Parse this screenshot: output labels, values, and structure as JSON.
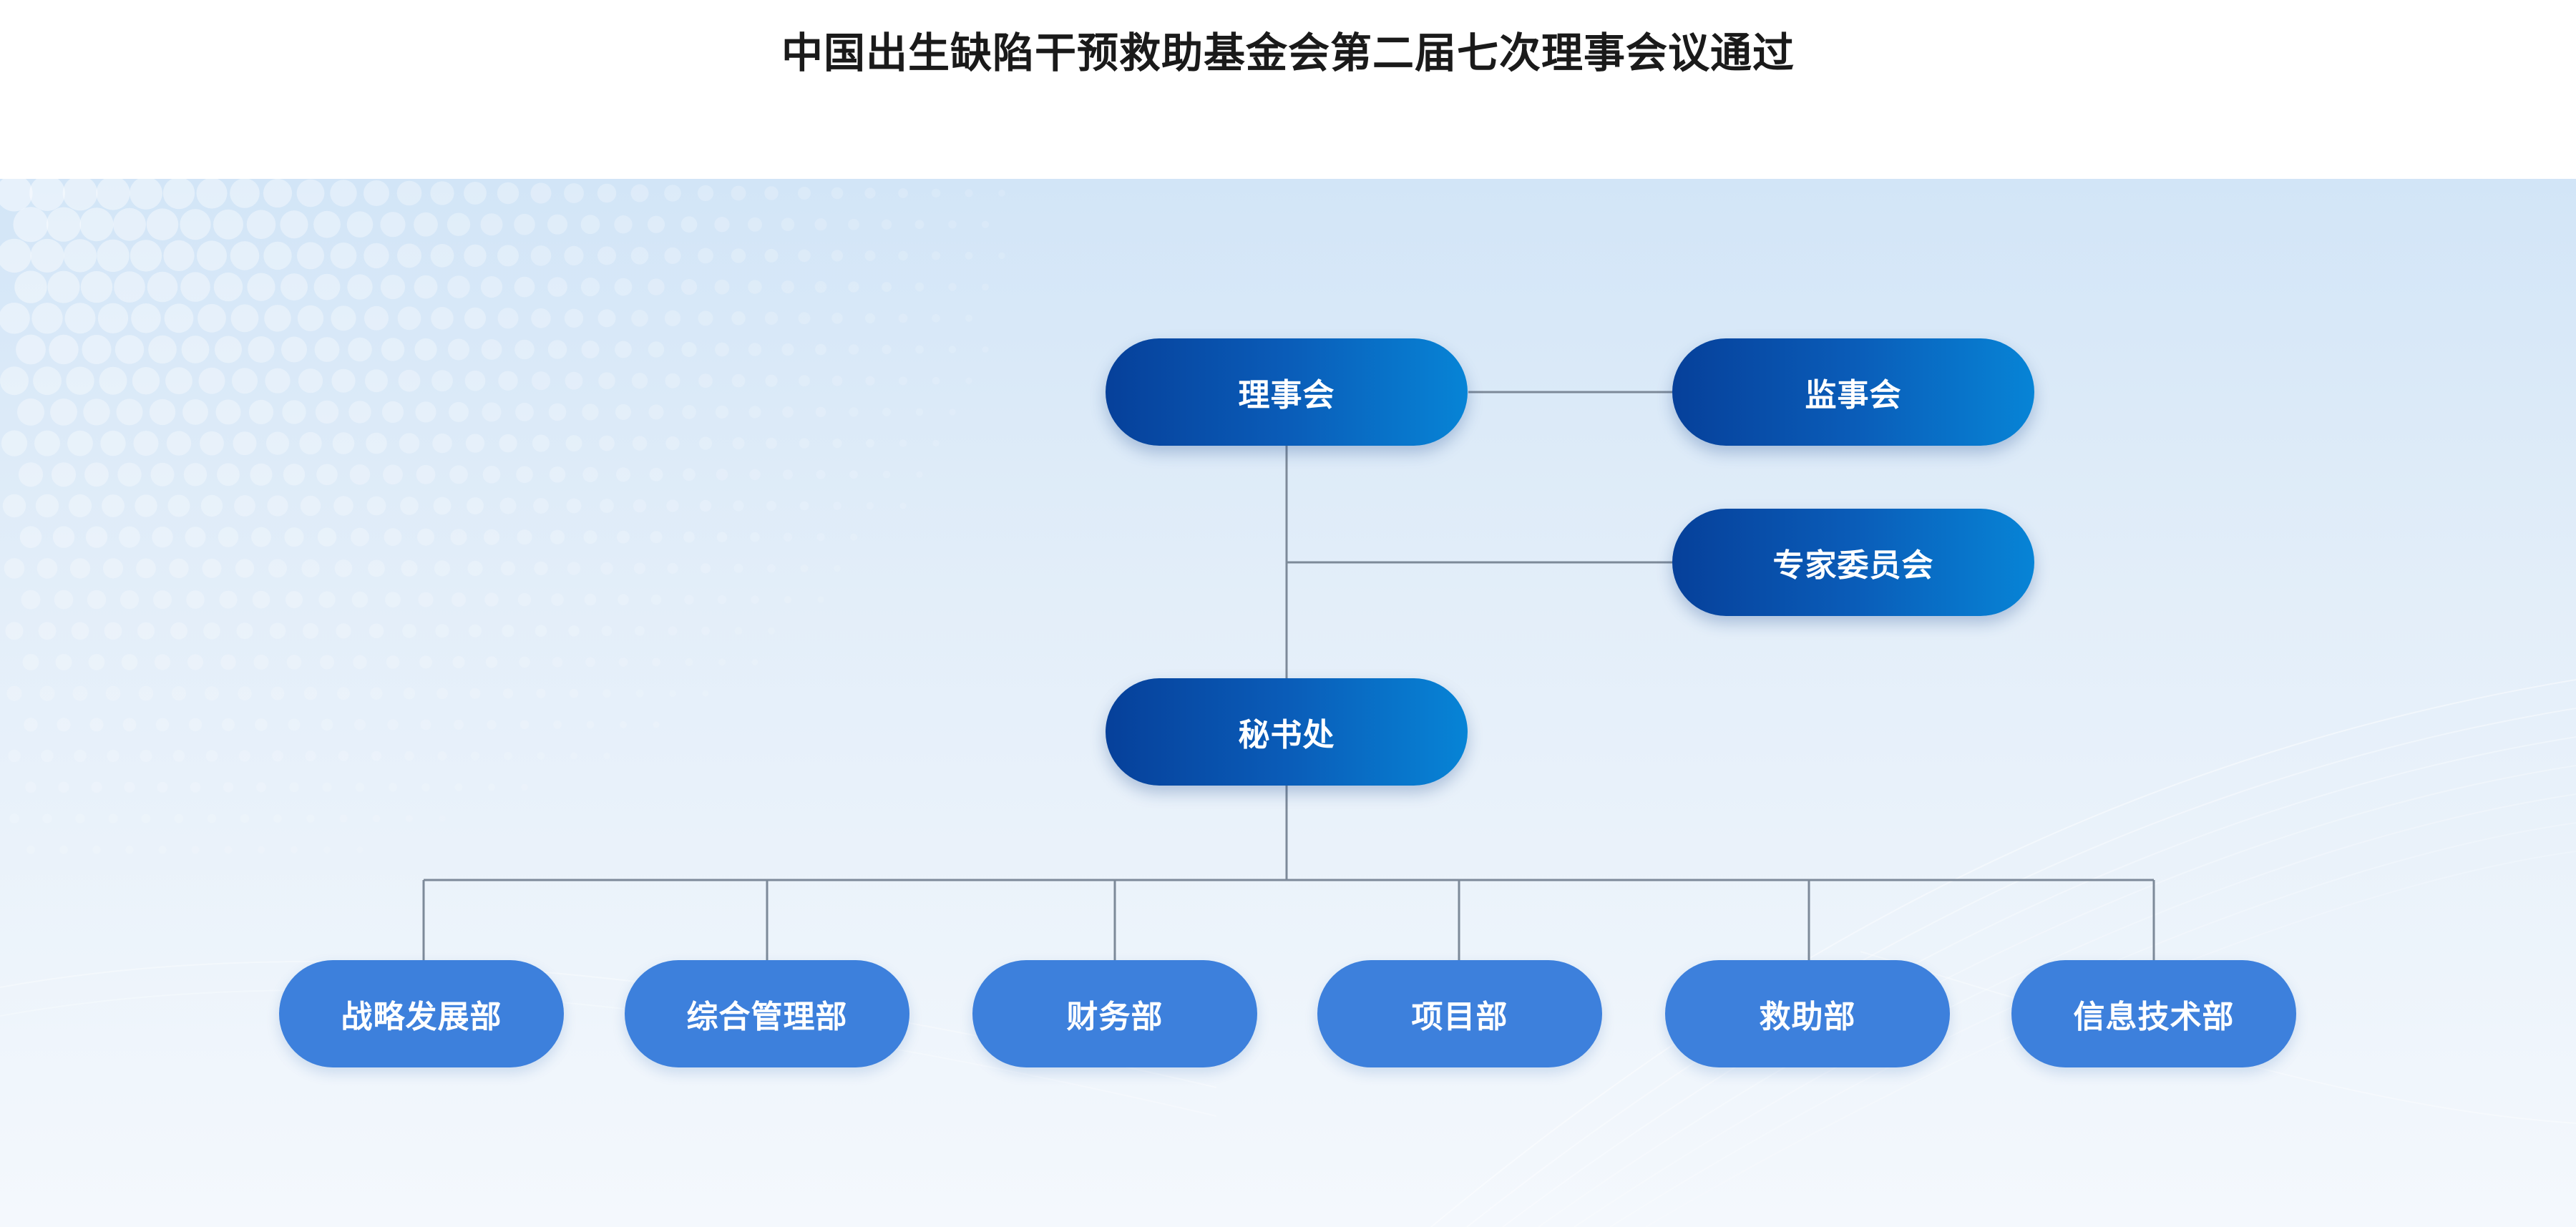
{
  "title": "中国出生缺陷干预救助基金会第二届七次理事会议通过",
  "nodes": {
    "board": "理事会",
    "supervisors": "监事会",
    "experts": "专家委员会",
    "secretariat": "秘书处"
  },
  "departments": [
    "战略发展部",
    "综合管理部",
    "财务部",
    "项目部",
    "救助部",
    "信息技术部"
  ],
  "colors": {
    "top_node_gradient_start": "#06409a",
    "top_node_gradient_end": "#0784d6",
    "department_node": "#3d80dc",
    "connector_line": "#7d8a99",
    "title_text": "#1a1a1a"
  }
}
